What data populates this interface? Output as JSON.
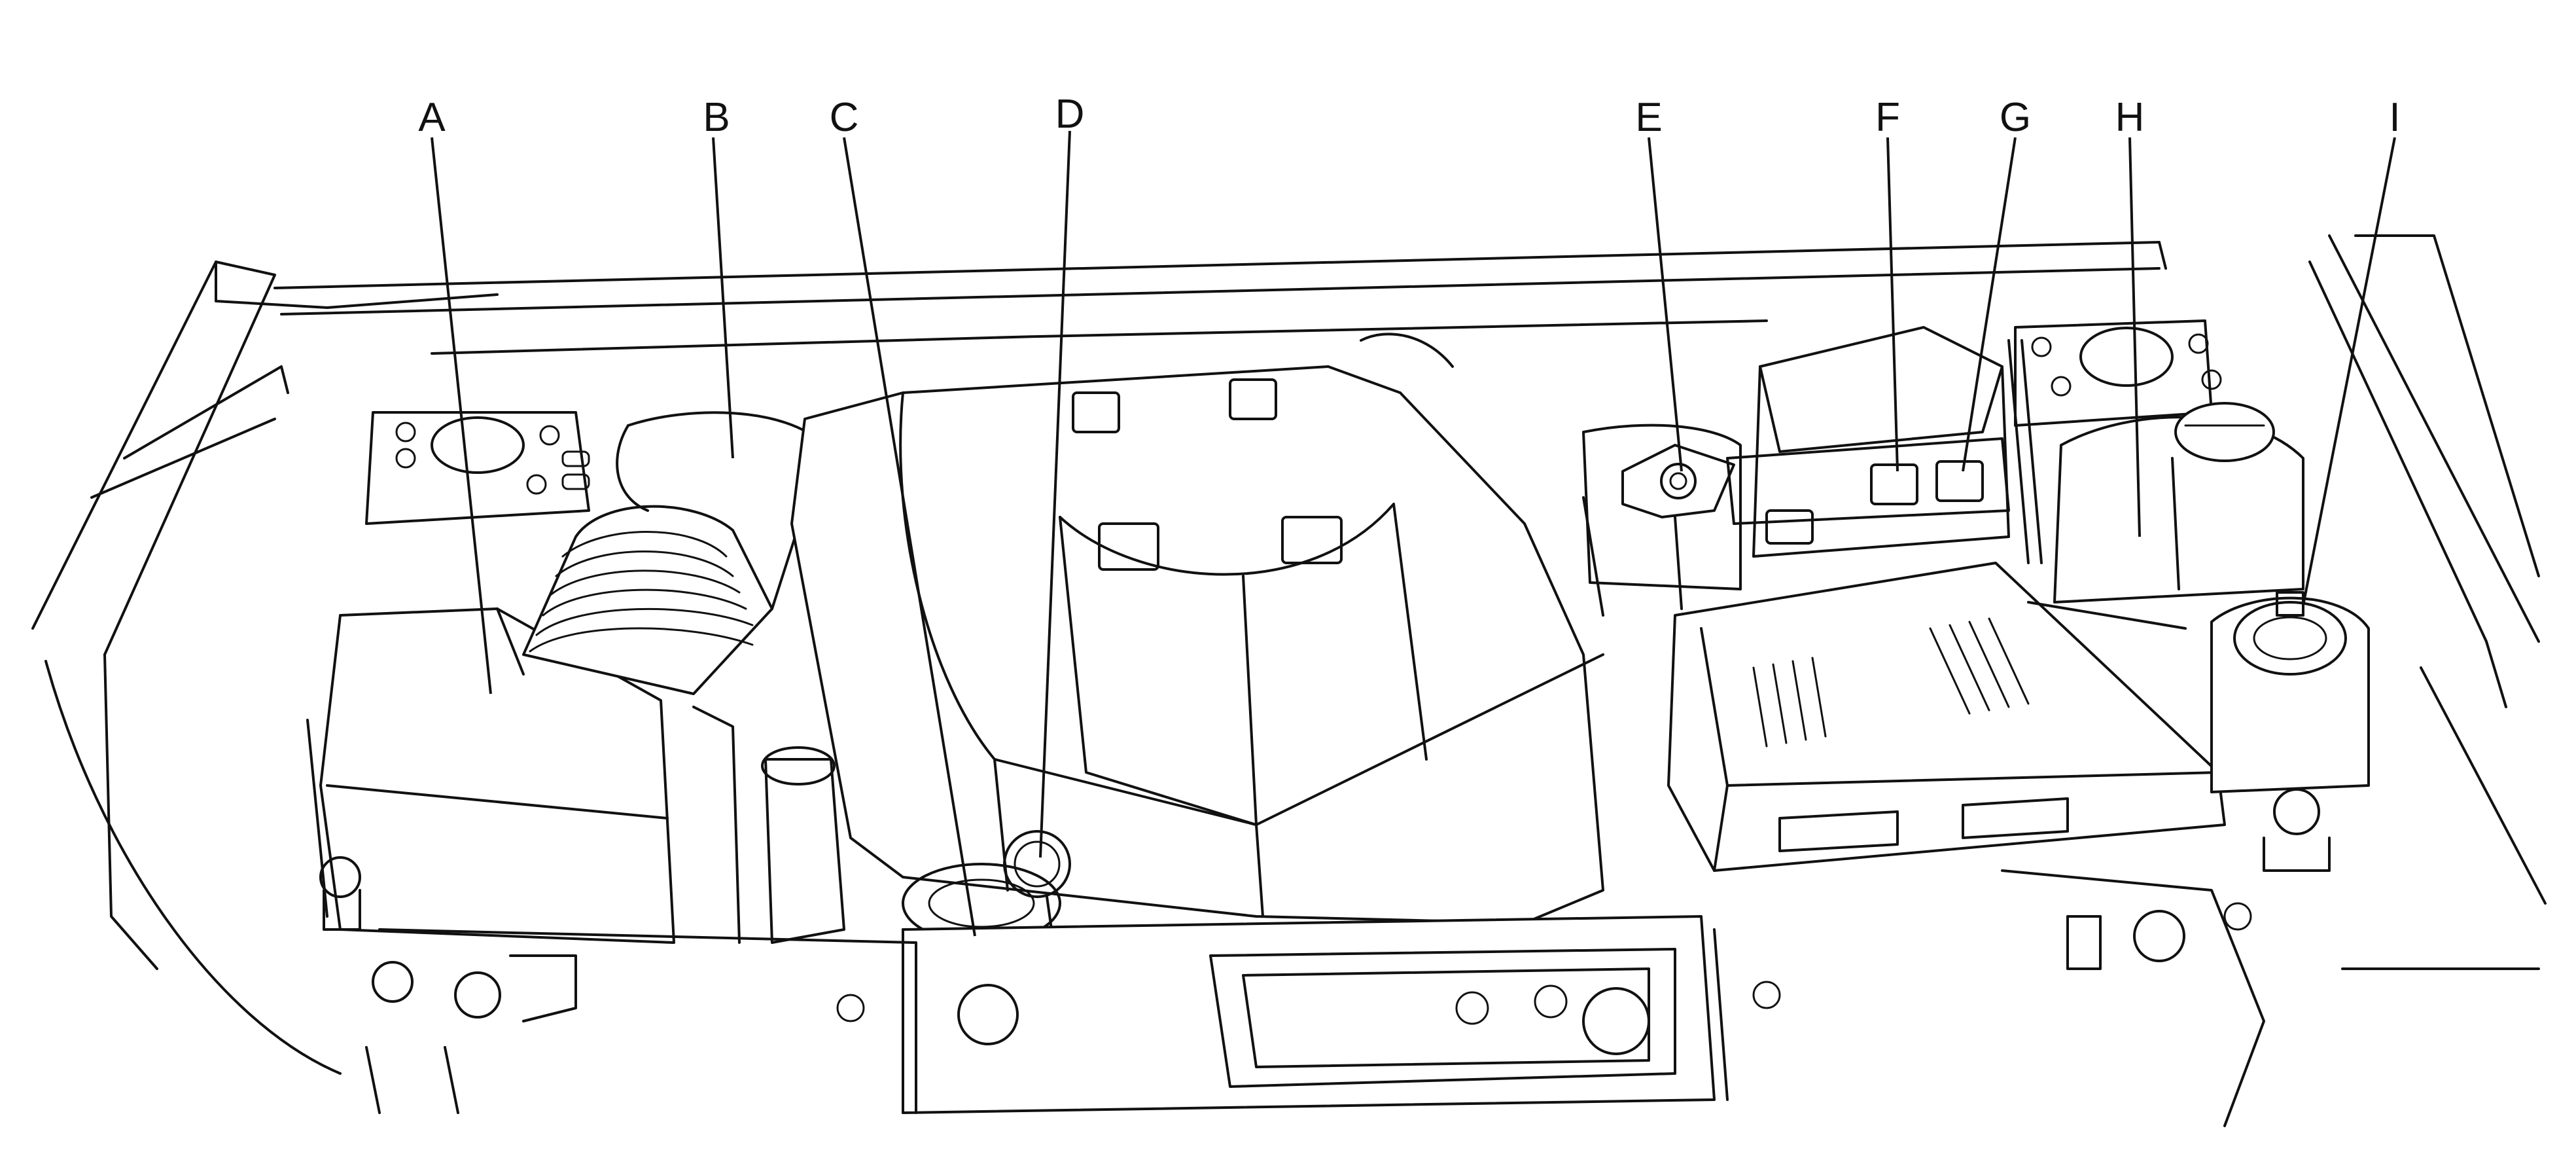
{
  "callouts": [
    {
      "id": "A",
      "label": "A"
    },
    {
      "id": "B",
      "label": "B"
    },
    {
      "id": "C",
      "label": "C"
    },
    {
      "id": "D",
      "label": "D"
    },
    {
      "id": "E",
      "label": "E"
    },
    {
      "id": "F",
      "label": "F"
    },
    {
      "id": "G",
      "label": "G"
    },
    {
      "id": "H",
      "label": "H"
    },
    {
      "id": "I",
      "label": "I"
    }
  ],
  "colors": {
    "line": "#111111",
    "background": "#ffffff"
  }
}
